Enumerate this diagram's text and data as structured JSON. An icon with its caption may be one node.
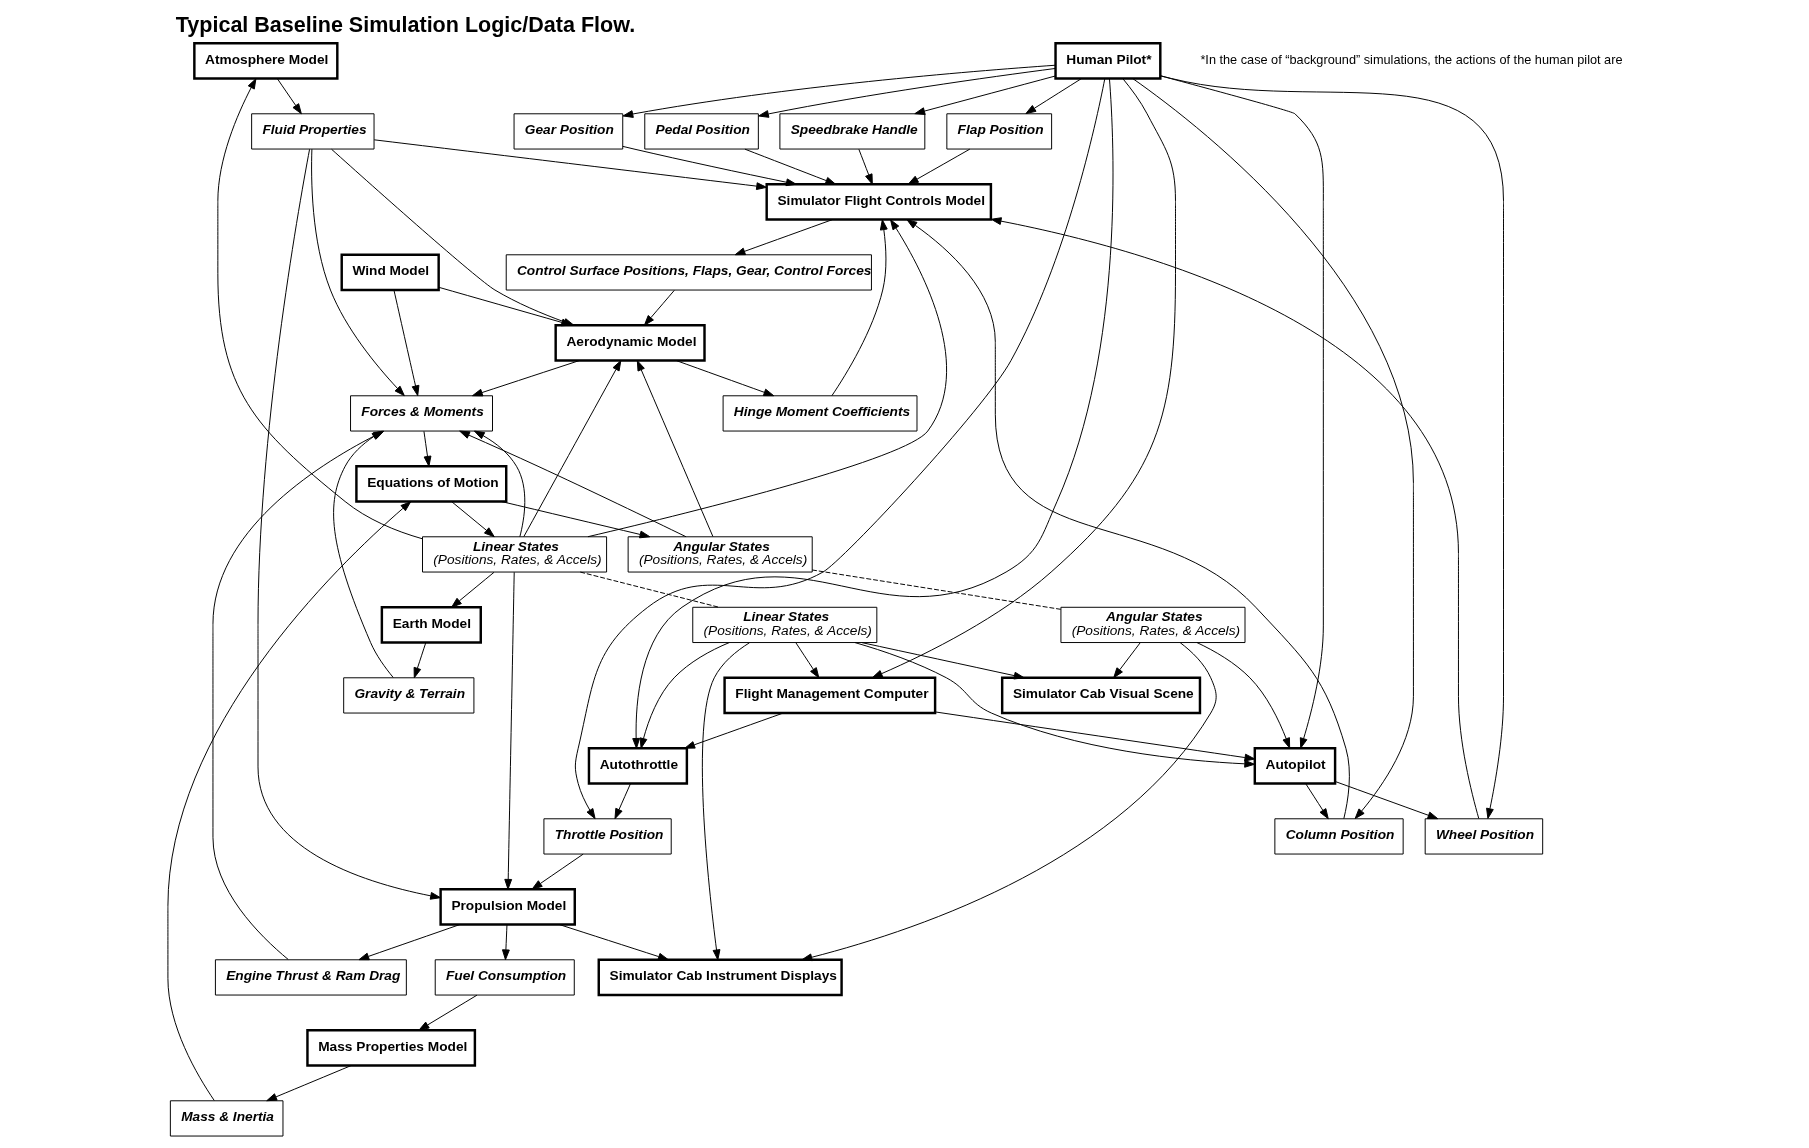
{
  "diagram": {
    "title": "Typical Baseline Simulation Logic/Data Flow.",
    "nodes": [
      {
        "text": [
          "Atmosphere Model"
        ]
      },
      {
        "text": [
          "Earth Model"
        ]
      },
      {
        "text": [
          "Mass Properties Model"
        ]
      },
      {
        "text": [
          "Fluid Properties"
        ]
      },
      {
        "text": [
          "Gravity & Terrain"
        ]
      },
      {
        "text": [
          "Mass & Inertia"
        ]
      },
      {
        "text": [
          "Flap Position"
        ]
      },
      {
        "text": [
          "Gear Position"
        ]
      },
      {
        "text": [
          "Hinge Moment Coefficients"
        ]
      },
      {
        "text": [
          "Simulator Flight Controls Model"
        ]
      },
      {
        "text": [
          "Control Surface Positions, Flaps, Gear, Control Forces"
        ]
      },
      {
        "text": [
          "Aerodynamic Model"
        ]
      },
      {
        "text": [
          "Forces & Moments"
        ]
      },
      {
        "text": [
          "Equations of Motion"
        ]
      },
      {
        "text": [
          "Angular States",
          "(Positions, Rates, & Accels)"
        ]
      },
      {
        "text": [
          "Linear States",
          "(Positions, Rates, & Accels)"
        ]
      },
      {
        "text": [
          "Wind Model"
        ]
      },
      {
        "text": [
          "Column Position"
        ]
      },
      {
        "text": [
          "Wheel Position"
        ]
      },
      {
        "text": [
          "Pedal Position"
        ]
      },
      {
        "text": [
          "Speedbrake Handle"
        ]
      },
      {
        "text": [
          "Throttle Position"
        ]
      },
      {
        "text": [
          "Propulsion Model"
        ]
      },
      {
        "text": [
          "Engine Thrust & Ram Drag"
        ]
      },
      {
        "text": [
          "Fuel Consumption"
        ]
      },
      {
        "text": [
          "Human Pilot*"
        ]
      },
      {
        "text": [
          "Autopilot"
        ]
      },
      {
        "text": [
          "Autothrottle"
        ]
      },
      {
        "text": [
          "Flight Management Computer"
        ]
      },
      {
        "text": [
          "Linear States",
          "(Positions, Rates, & Accels)"
        ]
      },
      {
        "text": [
          "Angular States",
          "(Positions, Rates, & Accels)"
        ]
      },
      {
        "text": [
          "Simulator Cab Instrument Displays"
        ]
      },
      {
        "text": [
          "Simulator Cab Visual Scene"
        ]
      }
    ],
    "edges": [
      {
        "from": 15,
        "to": 0,
        "arrow": "to"
      },
      {
        "from": 15,
        "to": 1,
        "arrow": "to"
      },
      {
        "from": 24,
        "to": 2,
        "arrow": "to"
      },
      {
        "from": 0,
        "to": 3,
        "arrow": "to"
      },
      {
        "from": 1,
        "to": 4,
        "arrow": "to"
      },
      {
        "from": 2,
        "to": 5,
        "arrow": "to"
      },
      {
        "from": 3,
        "to": 9,
        "arrow": "to"
      },
      {
        "from": 3,
        "to": 22,
        "arrow": "to"
      },
      {
        "from": 3,
        "to": 11,
        "arrow": "to"
      },
      {
        "from": 3,
        "to": 12,
        "arrow": "to"
      },
      {
        "from": 4,
        "to": 12,
        "arrow": "to"
      },
      {
        "from": 5,
        "to": 13,
        "arrow": "to"
      },
      {
        "from": 11,
        "to": 8,
        "arrow": "to"
      },
      {
        "from": 8,
        "to": 9,
        "arrow": "to"
      },
      {
        "from": 6,
        "to": 9,
        "arrow": "to"
      },
      {
        "from": 7,
        "to": 9,
        "arrow": "to"
      },
      {
        "from": 9,
        "to": 10,
        "arrow": "to"
      },
      {
        "from": 10,
        "to": 11,
        "arrow": "to"
      },
      {
        "from": 11,
        "to": 12,
        "arrow": "to"
      },
      {
        "from": 12,
        "to": 13,
        "arrow": "to"
      },
      {
        "from": 13,
        "to": 14,
        "arrow": "to"
      },
      {
        "from": 13,
        "to": 15,
        "arrow": "to"
      },
      {
        "from": 14,
        "to": 11,
        "arrow": "to"
      },
      {
        "from": 14,
        "to": 12,
        "arrow": "to"
      },
      {
        "from": 15,
        "to": 12,
        "arrow": "to"
      },
      {
        "from": 15,
        "to": 11,
        "arrow": "to"
      },
      {
        "from": 15,
        "to": 9,
        "arrow": "to"
      },
      {
        "from": 15,
        "to": 22,
        "arrow": "to"
      },
      {
        "from": 16,
        "to": 11,
        "arrow": "to"
      },
      {
        "from": 16,
        "to": 12,
        "arrow": "to"
      },
      {
        "from": 23,
        "to": 12,
        "arrow": "to"
      },
      {
        "from": 17,
        "to": 9,
        "arrow": "to"
      },
      {
        "from": 18,
        "to": 9,
        "arrow": "to"
      },
      {
        "from": 19,
        "to": 9,
        "arrow": "to"
      },
      {
        "from": 20,
        "to": 9,
        "arrow": "to"
      },
      {
        "from": 21,
        "to": 22,
        "arrow": "to"
      },
      {
        "from": 22,
        "to": 23,
        "arrow": "to"
      },
      {
        "from": 22,
        "to": 24,
        "arrow": "to"
      },
      {
        "from": 22,
        "to": 31,
        "arrow": "to"
      },
      {
        "from": 25,
        "to": 6,
        "arrow": "to"
      },
      {
        "from": 25,
        "to": 7,
        "arrow": "to"
      },
      {
        "from": 25,
        "to": 17,
        "arrow": "to"
      },
      {
        "from": 25,
        "to": 18,
        "arrow": "to"
      },
      {
        "from": 25,
        "to": 19,
        "arrow": "to"
      },
      {
        "from": 25,
        "to": 20,
        "arrow": "to"
      },
      {
        "from": 25,
        "to": 21,
        "arrow": "to"
      },
      {
        "from": 25,
        "to": 26,
        "arrow": "to"
      },
      {
        "from": 25,
        "to": 27,
        "arrow": "to"
      },
      {
        "from": 25,
        "to": 28,
        "arrow": "to"
      },
      {
        "from": 26,
        "to": 17,
        "arrow": "to"
      },
      {
        "from": 26,
        "to": 18,
        "arrow": "to"
      },
      {
        "from": 27,
        "to": 21,
        "arrow": "to"
      },
      {
        "from": 28,
        "to": 26,
        "arrow": "to"
      },
      {
        "from": 28,
        "to": 27,
        "arrow": "to"
      },
      {
        "from": 29,
        "to": 27,
        "arrow": "to"
      },
      {
        "from": 29,
        "to": 28,
        "arrow": "to"
      },
      {
        "from": 29,
        "to": 26,
        "arrow": "to"
      },
      {
        "from": 30,
        "to": 26,
        "arrow": "to"
      },
      {
        "from": 29,
        "to": 31,
        "arrow": "to"
      },
      {
        "from": 29,
        "to": 32,
        "arrow": "to"
      },
      {
        "from": 30,
        "to": 31,
        "arrow": "to"
      },
      {
        "from": 30,
        "to": 32,
        "arrow": "to"
      },
      {
        "from": 15,
        "to": 29,
        "arrow": "none",
        "style": "dashed"
      },
      {
        "from": 14,
        "to": 30,
        "arrow": "none",
        "style": "dashed"
      }
    ],
    "labels": [
      "*In the case of “background” simulations, the actions of the human pilot are"
    ]
  }
}
